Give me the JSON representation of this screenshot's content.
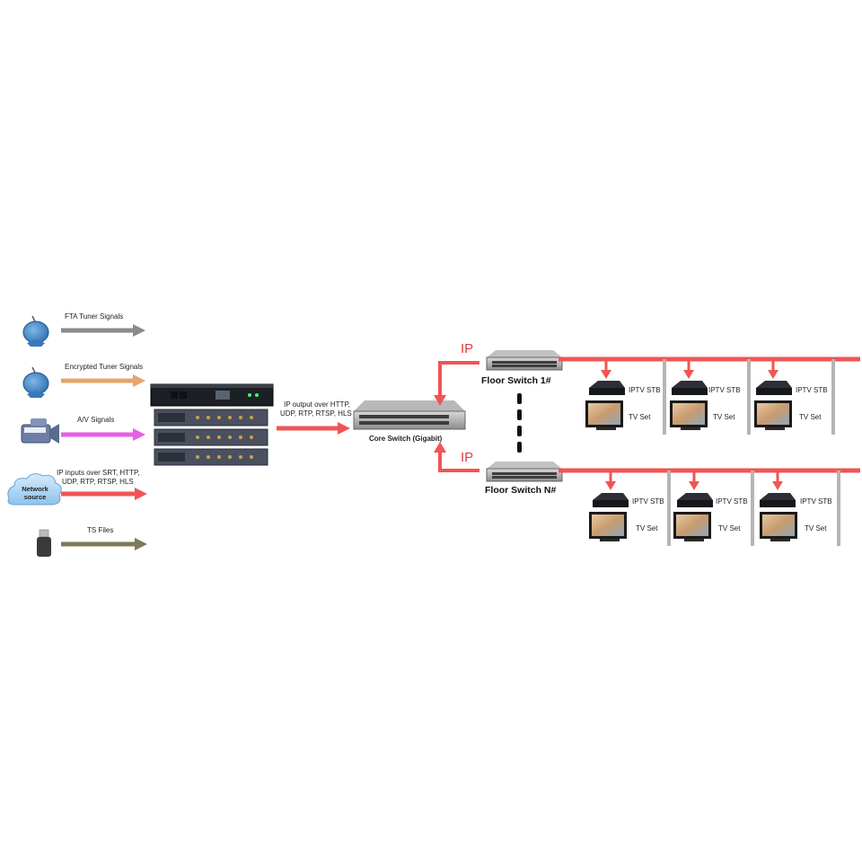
{
  "inputs": {
    "fta": "FTA Tuner Signals",
    "encrypted": "Encrypted Tuner Signals",
    "av": "A/V Signals",
    "ip_line1": "IP inputs over SRT, HTTP,",
    "ip_line2": "UDP, RTP, RTSP, HLS",
    "network_line1": "Network",
    "network_line2": "source",
    "ts": "TS Files"
  },
  "output": {
    "line1": "IP output over HTTP,",
    "line2": "UDP, RTP, RTSP, HLS"
  },
  "core_switch": "Core Switch (Gigabit)",
  "ip_label": "IP",
  "floor_switch_1": "Floor Switch 1#",
  "floor_switch_n": "Floor Switch N#",
  "stb_label": "IPTV STB",
  "tv_label": "TV Set",
  "colors": {
    "fta_arrow": "#8a8a8a",
    "encrypted_arrow": "#e8a46a",
    "av_arrow": "#e85fe8",
    "ip_arrow": "#f05555",
    "ts_arrow": "#7d7a55",
    "network_line": "#f05555",
    "pole": "#b5b5b5"
  }
}
